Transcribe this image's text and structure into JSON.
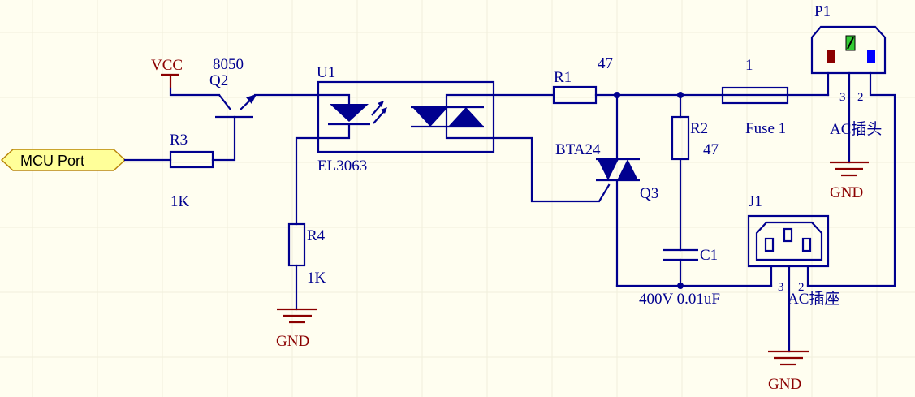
{
  "labels": {
    "vcc": "VCC",
    "q2_part": "8050",
    "q2_ref": "Q2",
    "u1_ref": "U1",
    "u1_part": "EL3063",
    "r3_ref": "R3",
    "r3_value": "1K",
    "r4_ref": "R4",
    "r4_value": "1K",
    "r1_ref": "R1",
    "r1_value": "47",
    "r2_ref": "R2",
    "r2_value": "47",
    "fuse_value": "1",
    "fuse_label": "Fuse 1",
    "p1_ref": "P1",
    "p1_name": "AC插头",
    "p1_pin3": "3",
    "p1_pin2": "2",
    "j1_ref": "J1",
    "j1_name": "AC插座",
    "j1_pin3": "3",
    "j1_pin2": "2",
    "q3_part": "BTA24",
    "q3_ref": "Q3",
    "c1_ref": "C1",
    "c1_value": "400V 0.01uF",
    "gnd": "GND",
    "mcu_port": "MCU Port"
  },
  "colors": {
    "wire": "#00008f",
    "power": "#8b0000",
    "port_fill": "#ffff99",
    "p1_line_pin": "#8b0000",
    "p1_earth_pin": "#33cc33",
    "p1_neutral_pin": "#0000ff"
  }
}
